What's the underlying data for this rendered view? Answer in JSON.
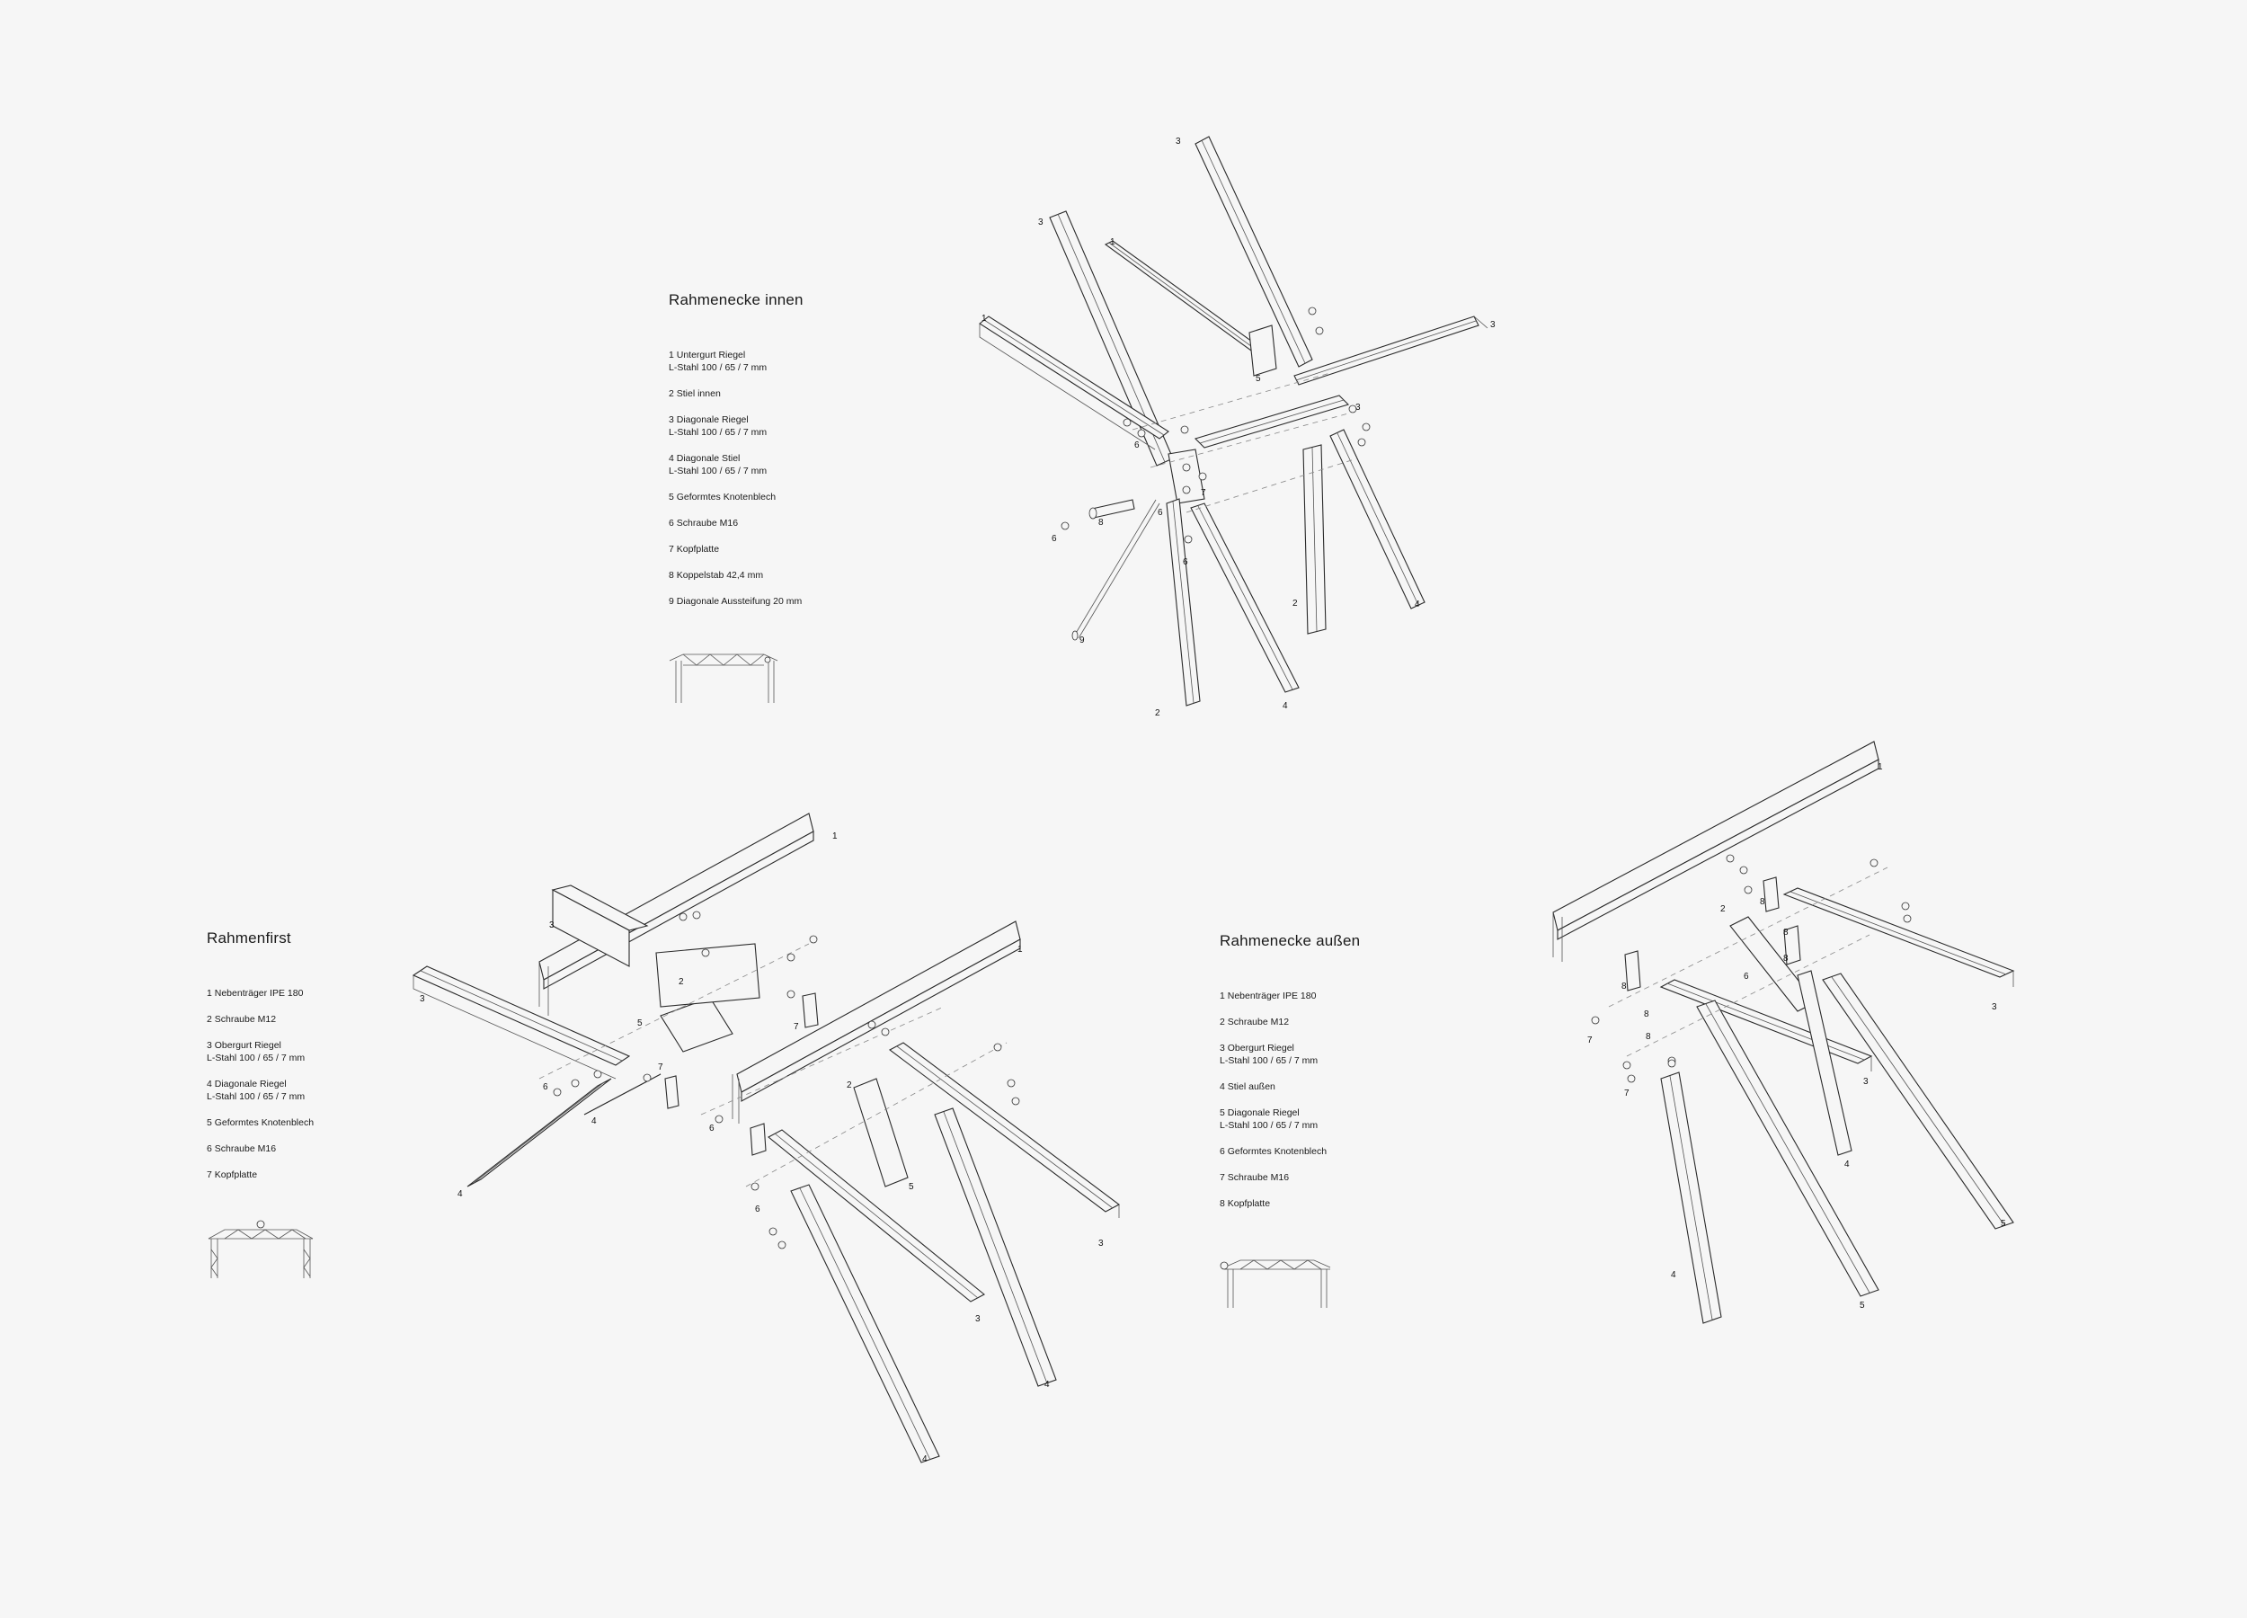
{
  "section_inner": {
    "title": "Rahmenecke innen",
    "items": [
      "1 Untergurt Riegel\nL-Stahl 100 / 65 / 7 mm",
      "2 Stiel innen",
      "3 Diagonale Riegel\nL-Stahl 100 / 65 / 7 mm",
      "4 Diagonale Stiel\nL-Stahl 100 / 65 / 7 mm",
      "5 Geformtes Knotenblech",
      "6 Schraube M16",
      "7 Kopfplatte",
      "8 Koppelstab 42,4 mm",
      "9 Diagonale Aussteifung 20 mm"
    ]
  },
  "section_first": {
    "title": "Rahmenfirst",
    "items": [
      "1 Nebenträger IPE 180",
      "2 Schraube M12",
      "3 Obergurt Riegel\nL-Stahl 100 / 65 / 7 mm",
      "4 Diagonale Riegel\nL-Stahl 100 / 65 / 7 mm",
      "5 Geformtes Knotenblech",
      "6 Schraube M16",
      "7 Kopfplatte"
    ]
  },
  "section_outer": {
    "title": "Rahmenecke außen",
    "items": [
      "1 Nebenträger IPE 180",
      "2 Schraube M12",
      "3 Obergurt Riegel\nL-Stahl 100 / 65 / 7 mm",
      "4 Stiel außen",
      "5 Diagonale Riegel\nL-Stahl 100 / 65 / 7 mm",
      "6 Geformtes Knotenblech",
      "7 Schraube M16",
      "8 Kopfplatte"
    ]
  },
  "callouts": {
    "inner": [
      "3",
      "3",
      "1",
      "1",
      "3",
      "5",
      "3",
      "6",
      "6",
      "8",
      "7",
      "6",
      "6",
      "9",
      "2",
      "4",
      "2",
      "4"
    ],
    "first": [
      "1",
      "3",
      "3",
      "2",
      "5",
      "6",
      "7",
      "4",
      "4",
      "7",
      "6",
      "1",
      "2",
      "5",
      "6",
      "3",
      "3",
      "4",
      "4"
    ],
    "outer": [
      "1",
      "2",
      "8",
      "8",
      "8",
      "6",
      "8",
      "8",
      "8",
      "7",
      "7",
      "3",
      "3",
      "4",
      "4",
      "5",
      "5"
    ]
  }
}
